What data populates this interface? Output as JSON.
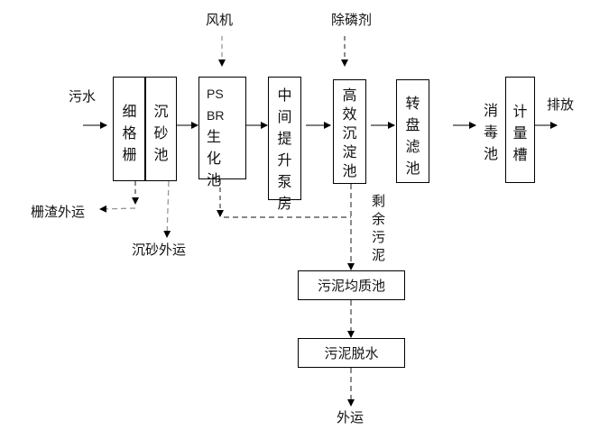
{
  "diagram": {
    "title": "污水处理工艺流程图",
    "inputs": {
      "raw_water": "污水",
      "blower": "风机",
      "phosphorus_agent": "除磷剂"
    },
    "process_units": [
      {
        "id": "fine-screen",
        "chars": [
          "细",
          "格",
          "栅"
        ]
      },
      {
        "id": "grit-chamber",
        "chars": [
          "沉",
          "砂",
          "池"
        ]
      },
      {
        "id": "psbr-tank",
        "chars": [
          "PS",
          "BR",
          "生",
          "化",
          "池"
        ]
      },
      {
        "id": "lift-pump-house",
        "chars": [
          "中",
          "间",
          "提",
          "升",
          "泵",
          "房"
        ]
      },
      {
        "id": "high-efficiency-clarifier",
        "chars": [
          "高",
          "效",
          "沉",
          "淀",
          "池"
        ]
      },
      {
        "id": "disc-filter",
        "chars": [
          "转",
          "盘",
          "滤",
          "池"
        ]
      },
      {
        "id": "disinfection-tank",
        "chars": [
          "消",
          "毒",
          "池"
        ]
      },
      {
        "id": "metering-tank",
        "chars": [
          "计",
          "量",
          "槽"
        ]
      }
    ],
    "outputs": {
      "discharge": "排放",
      "screenings_out": "栅渣外运",
      "grit_out": "沉砂外运",
      "excess_sludge": [
        "剩",
        "余",
        "污",
        "泥"
      ],
      "final_out": "外运"
    },
    "sludge_units": {
      "homogenization": "污泥均质池",
      "dewatering": "污泥脱水"
    },
    "colors": {
      "box_border": "#000000",
      "solid_arrow": "#808080",
      "dashed_line": "#404040",
      "dashed_light": "#a0a0a0",
      "text": "#111111"
    }
  }
}
